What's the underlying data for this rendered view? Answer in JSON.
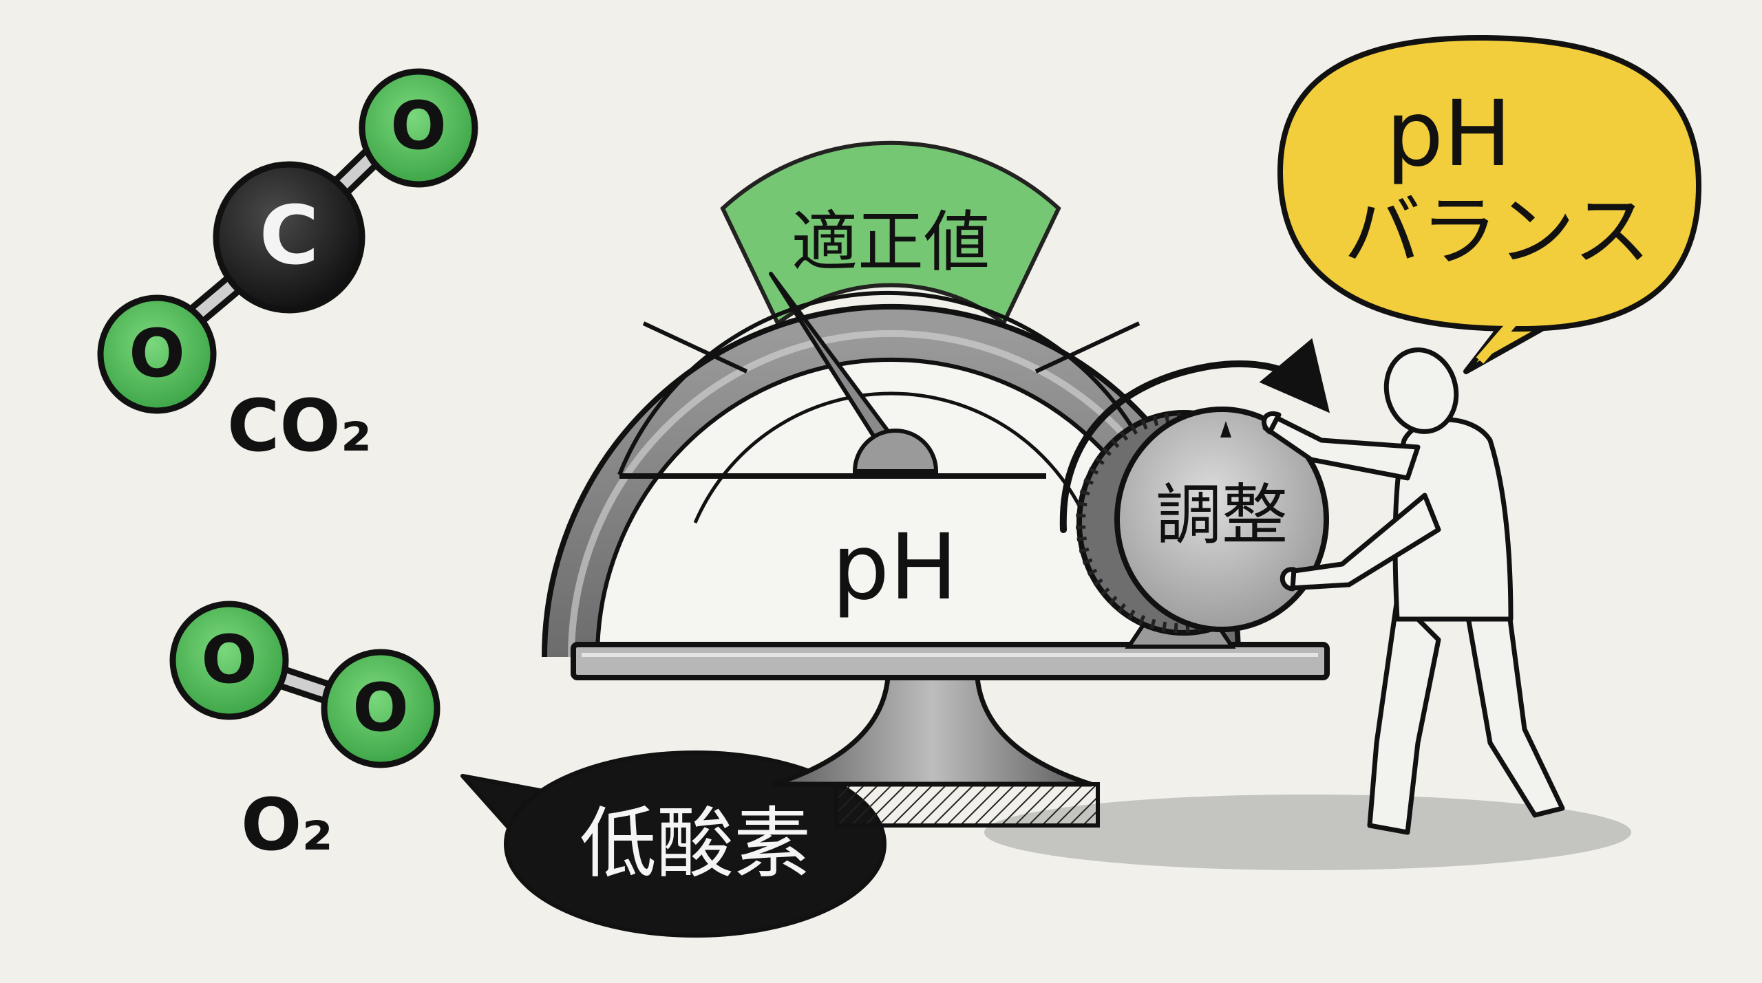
{
  "molecules": {
    "co2": {
      "center_atom": "C",
      "outer_atom": "O",
      "formula": "CO₂"
    },
    "o2": {
      "atom": "O",
      "formula": "O₂"
    }
  },
  "gauge": {
    "optimal_label": "適正値",
    "scale_label": "pH"
  },
  "knob": {
    "label": "調整"
  },
  "speech_bubbles": {
    "ph_balance": {
      "line1": "pH",
      "line2": "バランス"
    },
    "low_oxygen": {
      "text": "低酸素"
    }
  },
  "colors": {
    "background": "#f1f0ea",
    "molecule_green": "#4cb653",
    "optimal_zone_green": "#6cc46a",
    "carbon_black": "#1b1b1b",
    "bubble_yellow": "#f2cd3c",
    "bubble_black": "#141414",
    "gauge_gray": "#8d8d8d",
    "ink": "#111111"
  },
  "icons": {
    "molecule_co2": "co2-molecule-icon",
    "molecule_o2": "o2-molecule-icon",
    "gauge": "ph-gauge-icon",
    "knob": "adjustment-knob-icon",
    "arrow": "rotation-arrow-icon",
    "person": "person-figure-icon"
  }
}
